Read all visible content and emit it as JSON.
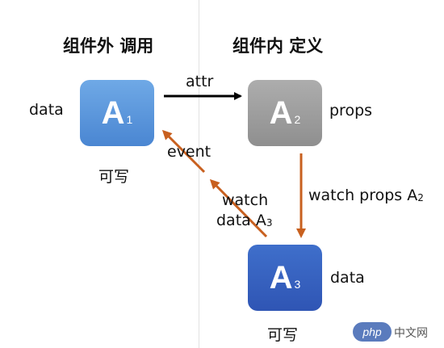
{
  "headings": {
    "left": "组件外 调用",
    "right": "组件内 定义"
  },
  "nodes": {
    "a1": {
      "main": "A",
      "sub": "1",
      "color": "#4a86d2"
    },
    "a2": {
      "main": "A",
      "sub": "2",
      "color": "#9a9a9a"
    },
    "a3": {
      "main": "A",
      "sub": "3",
      "color": "#3461bd"
    }
  },
  "labels": {
    "a1_left": "data",
    "a1_below": "可写",
    "a2_right": "props",
    "a3_right": "data",
    "a3_below": "可写",
    "attr": "attr",
    "event": "event",
    "watch_props_text": "watch props A",
    "watch_props_sub": "2",
    "watch_data_line1": "watch",
    "watch_data_line2": "data A",
    "watch_data_sub": "3"
  },
  "colors": {
    "attr_arrow": "#000000",
    "orange_arrow": "#c8601f"
  },
  "watermark": {
    "logo": "php",
    "text": "中文网"
  }
}
